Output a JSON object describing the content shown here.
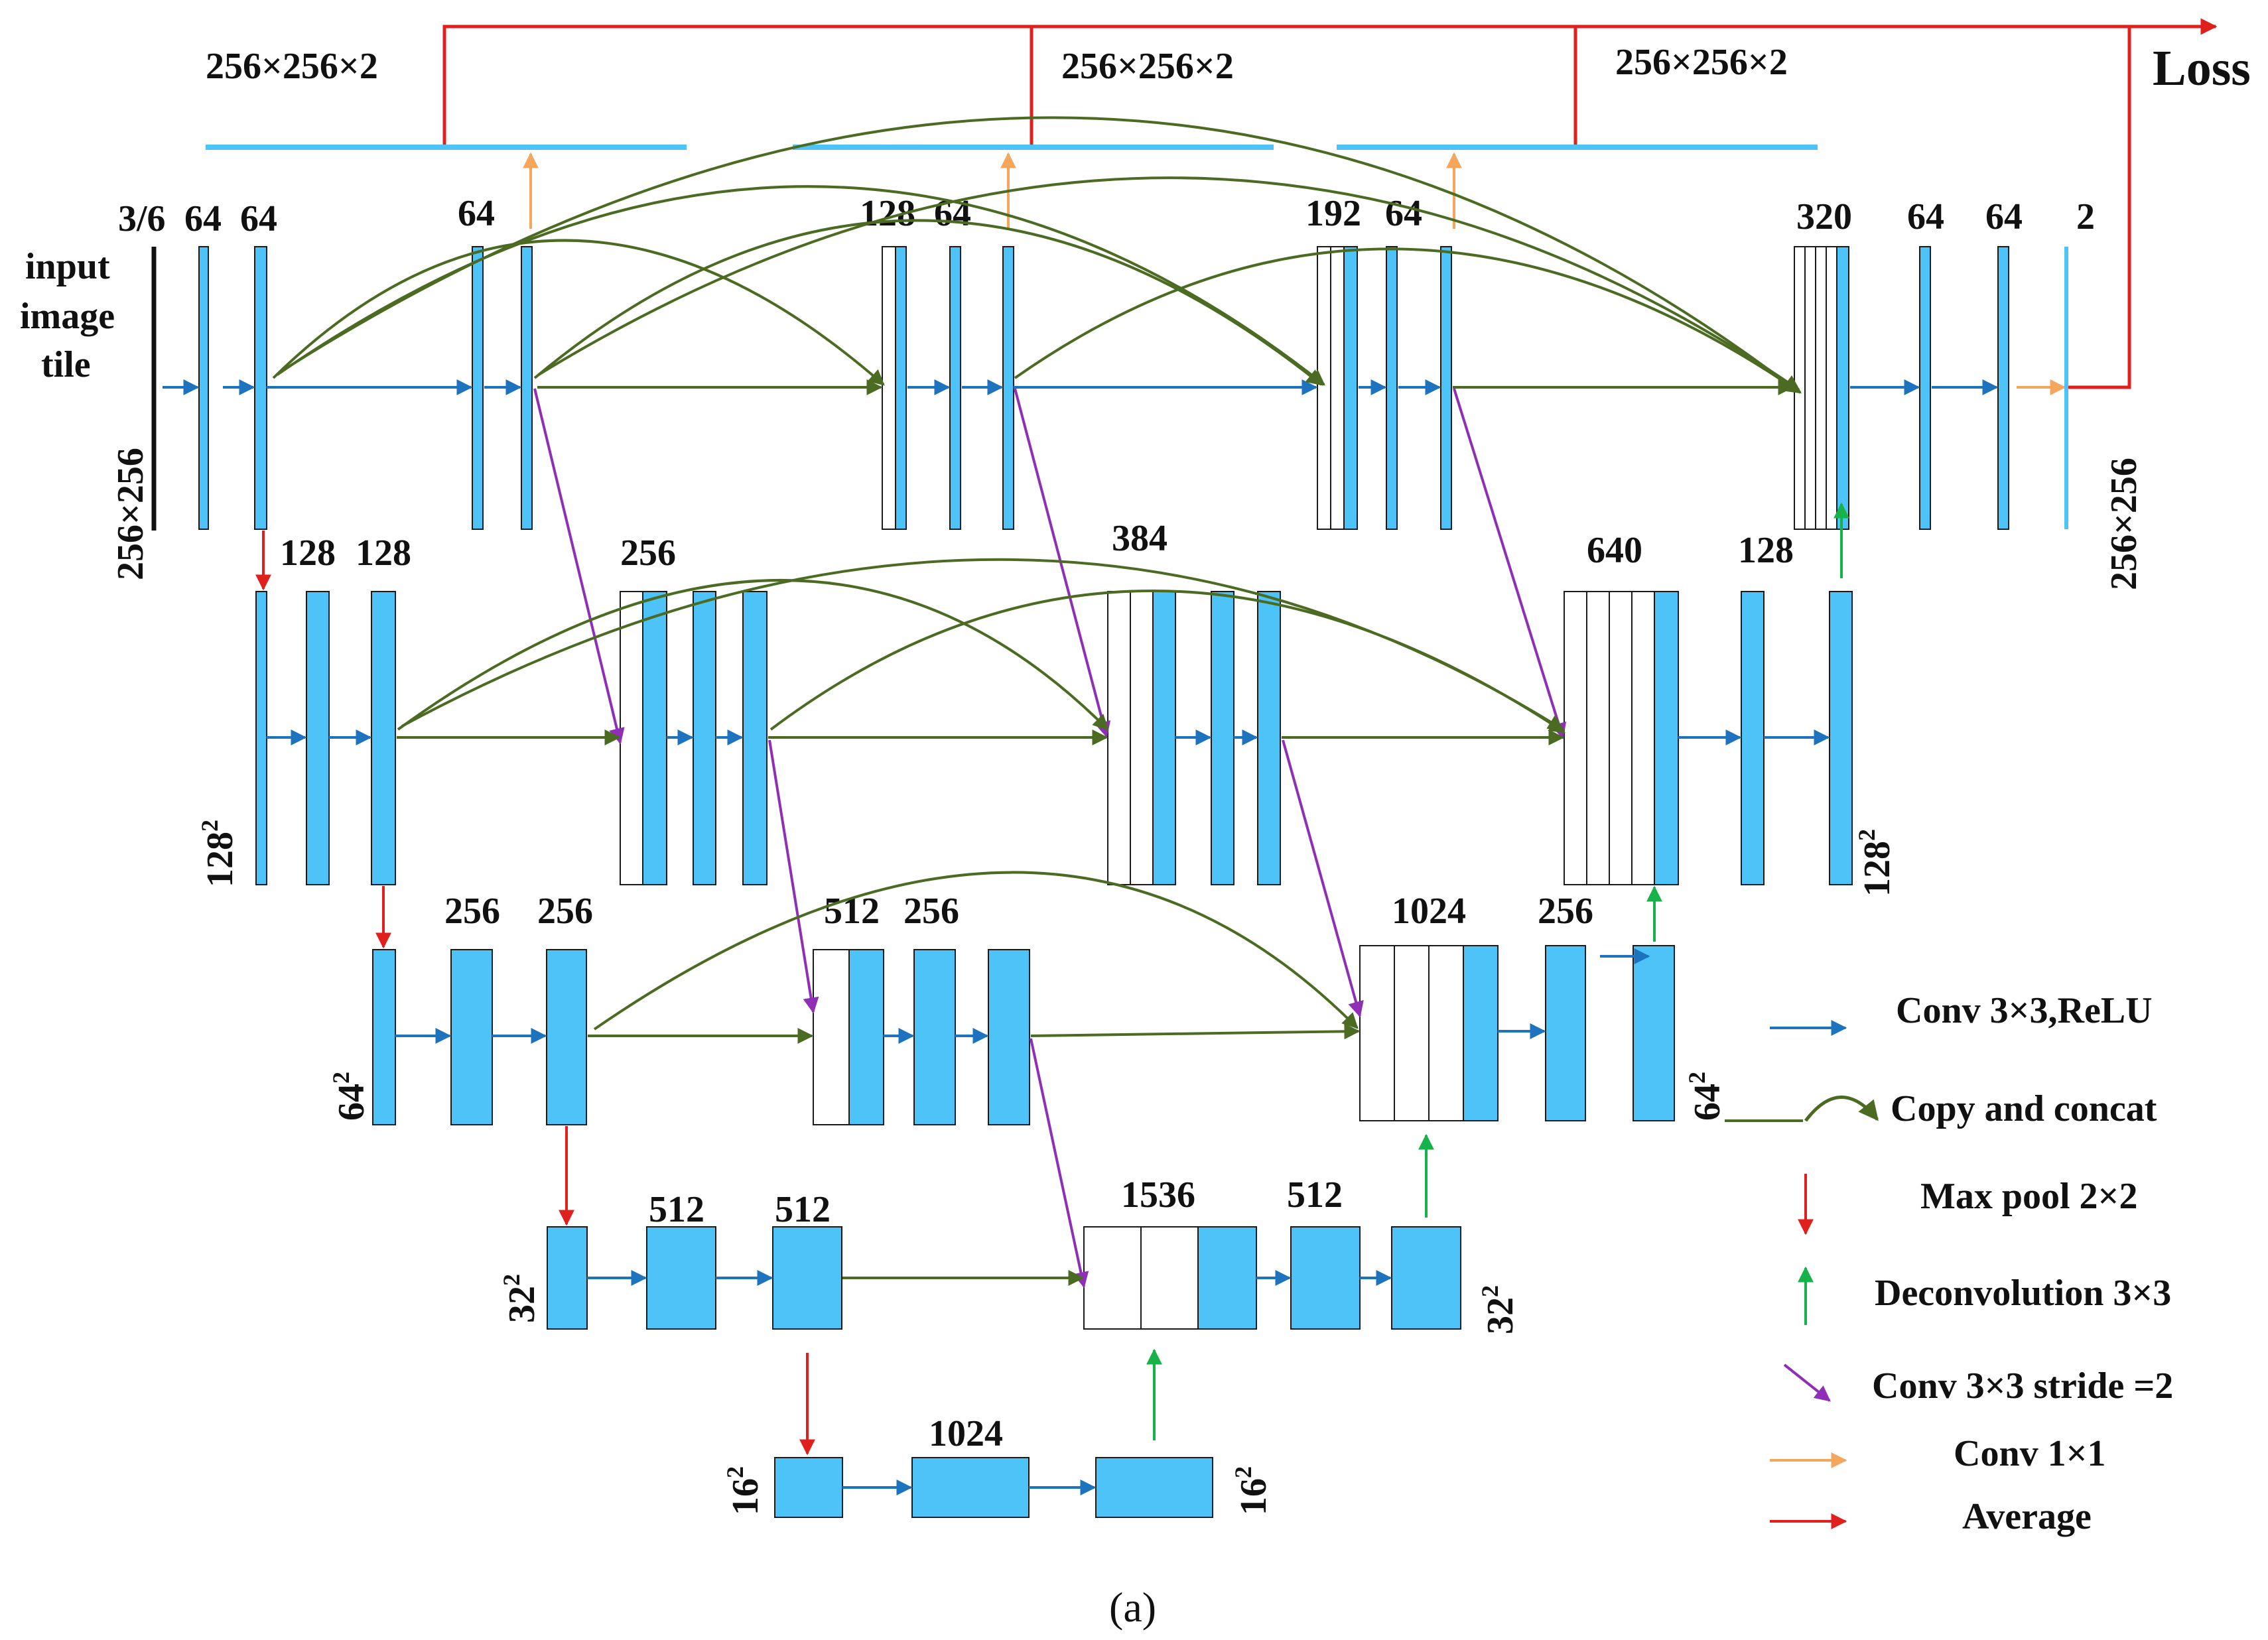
{
  "title": "",
  "caption": "(a)",
  "colors": {
    "feature_map": "#4DC3F7",
    "conv": "#1E73BE",
    "copy_concat": "#4C6B22",
    "max_pool": "#E0201C",
    "deconv": "#18B24A",
    "stride_conv": "#8E2FB5",
    "conv1x1": "#F4A65C",
    "average": "#E0201C"
  },
  "input": {
    "label_line1": "input",
    "label_line2": "image",
    "label_line3": "tile",
    "size": "256×256"
  },
  "output": {
    "size": "256×256",
    "loss": "Loss"
  },
  "average_labels": [
    "256×256×2",
    "256×256×2",
    "256×256×2"
  ],
  "level1_channels": [
    "3/6",
    "64",
    "64",
    "64",
    "128",
    "64",
    "192",
    "64",
    "320",
    "64",
    "64",
    "2"
  ],
  "level2_channels": [
    "128",
    "128",
    "256",
    "384",
    "640",
    "128"
  ],
  "level2_size": {
    "base": "128",
    "exp": "2"
  },
  "level3_channels": [
    "256",
    "256",
    "512",
    "256",
    "1024",
    "256"
  ],
  "level3_size": {
    "base": "64",
    "exp": "2"
  },
  "level4_channels": [
    "512",
    "512",
    "1536",
    "512"
  ],
  "level4_size": {
    "base": "32",
    "exp": "2"
  },
  "level5_channels": [
    "1024"
  ],
  "level5_size": {
    "base": "16",
    "exp": "2"
  },
  "legend": {
    "conv": "Conv 3×3,ReLU",
    "copy": "Copy and concat",
    "pool": "Max pool 2×2",
    "deconv": "Deconvolution 3×3",
    "stride": "Conv 3×3 stride =2",
    "conv1x1": "Conv 1×1",
    "average": "Average"
  }
}
